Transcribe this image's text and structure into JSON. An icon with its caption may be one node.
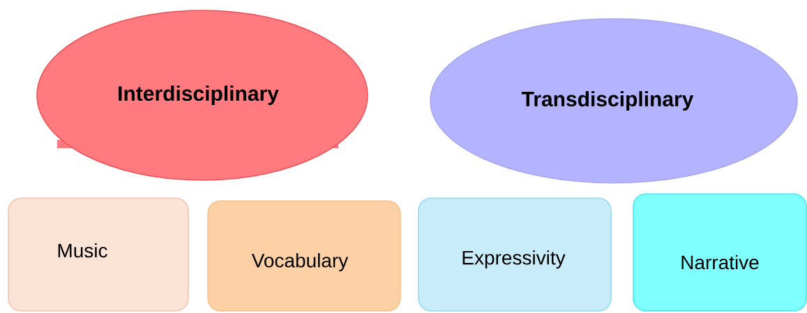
{
  "diagram": {
    "nodes": [
      {
        "text": [
          "Interdisciplinary"
        ]
      },
      {
        "text": [
          "Transdisciplinary"
        ]
      },
      {
        "text": [
          "Music"
        ]
      },
      {
        "text": [
          "Vocabulary"
        ]
      },
      {
        "text": [
          "Expressivity"
        ]
      },
      {
        "text": [
          "Narrative"
        ]
      }
    ]
  }
}
